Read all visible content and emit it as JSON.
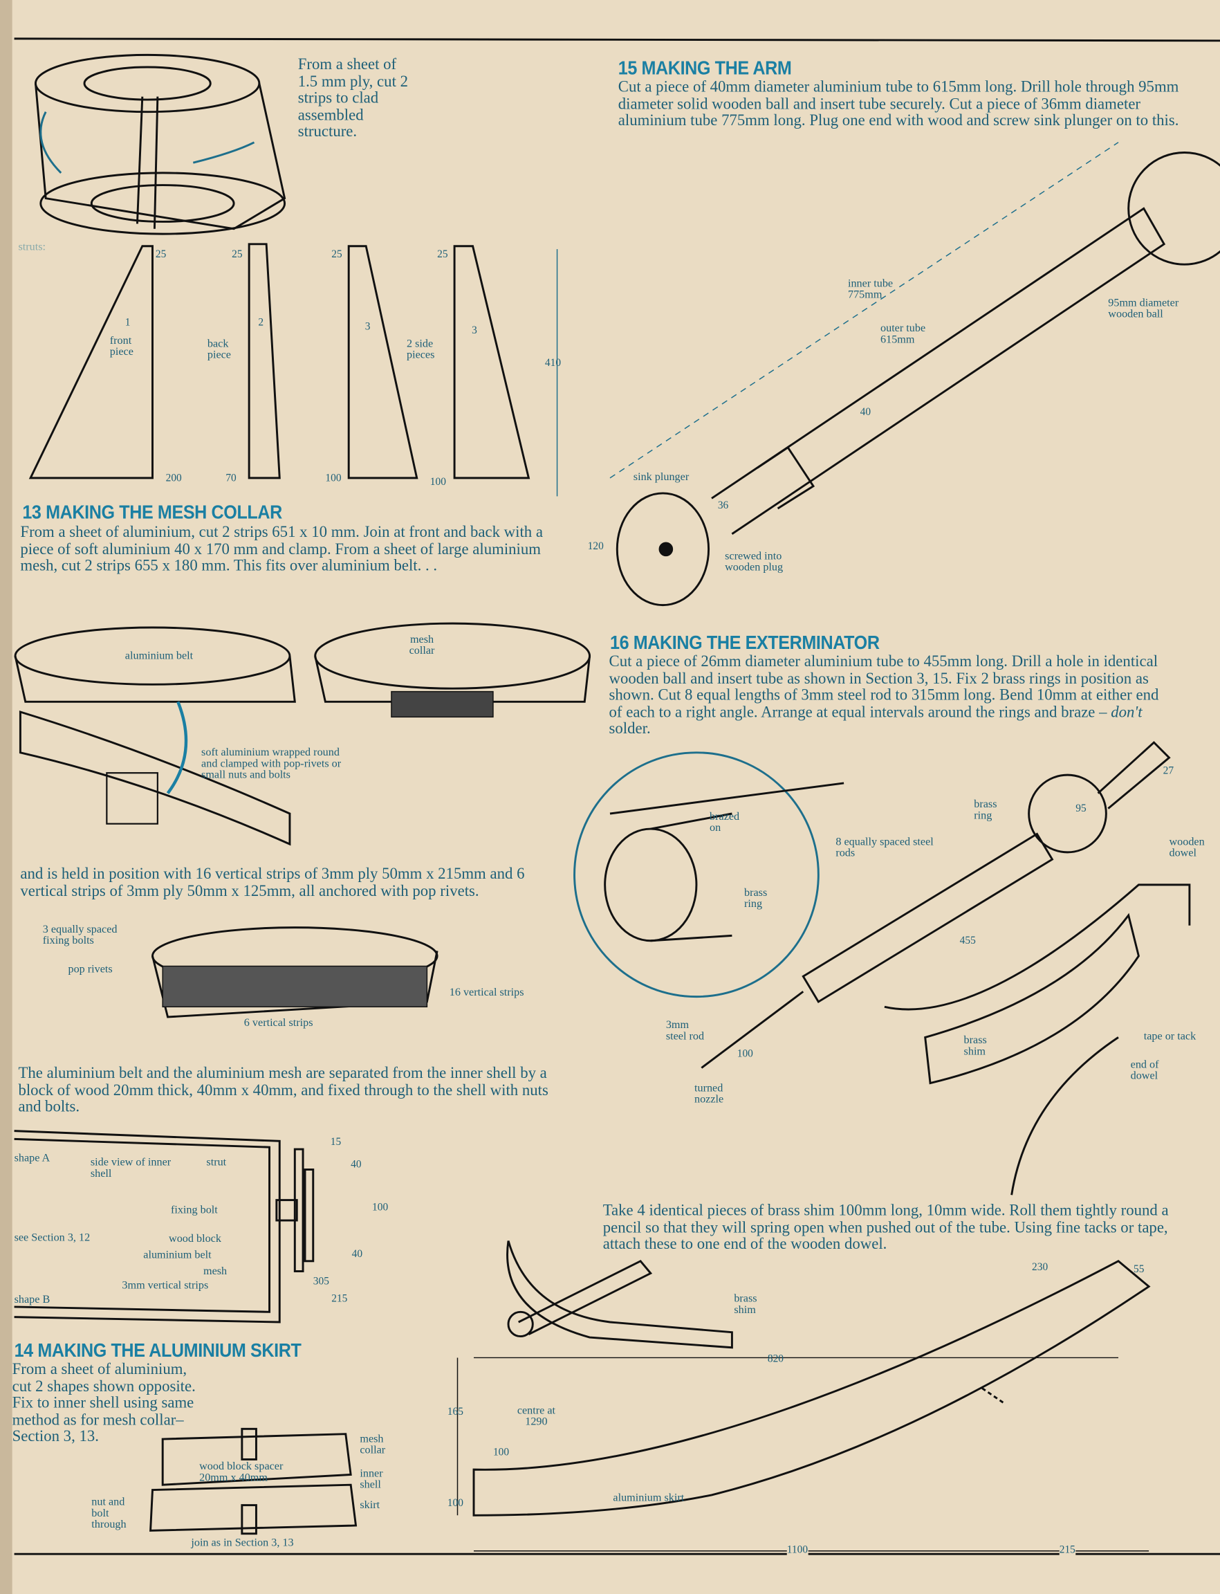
{
  "top_left": {
    "note": "From a sheet of 1.5 mm ply, cut 2 strips to clad assembled structure.",
    "struts_label": "struts:",
    "front_piece": "front piece",
    "back_piece": "back piece",
    "side_pieces": "2 side pieces",
    "dims": [
      "25",
      "25",
      "25",
      "25",
      "200",
      "70",
      "100",
      "100",
      "410"
    ],
    "circles": [
      "1",
      "2",
      "3",
      "3"
    ]
  },
  "s13": {
    "heading": "13 MAKING THE MESH COLLAR",
    "text": "From a sheet of aluminium, cut 2 strips 651 x 10 mm. Join at front and back with a piece of soft aluminium 40 x 170 mm and clamp. From a sheet of large aluminium mesh, cut 2 strips 655 x 180 mm. This fits over aluminium belt. . .",
    "aluminium_belt": "aluminium belt",
    "mesh_collar": "mesh collar",
    "soft_aluminium": "soft aluminium wrapped round and clamped with pop-rivets or small nuts and bolts",
    "text2": "and is held in position with 16 vertical strips of 3mm ply 50mm x 215mm and 6 vertical strips of 3mm ply 50mm x 125mm, all anchored with pop rivets.",
    "fixing_bolts": "3 equally spaced fixing bolts",
    "pop_rivets": "pop rivets",
    "strips16": "16 vertical strips",
    "strips6": "6 vertical strips",
    "text3": "The aluminium belt and the aluminium mesh are separated from the inner shell by a block of wood 20mm thick, 40mm x 40mm, and fixed through to the shell with nuts and bolts.",
    "shape_a": "shape A",
    "side_view": "side view of inner shell",
    "strut": "strut",
    "fixing_bolt": "fixing bolt",
    "wood_block": "wood block",
    "alu_belt": "aluminium belt",
    "mesh": "mesh",
    "vertical_strips": "3mm vertical strips",
    "see_section": "see Section 3, 12",
    "shape_b": "shape B",
    "dims": [
      "15",
      "40",
      "100",
      "40",
      "305",
      "215"
    ]
  },
  "s14": {
    "heading": "14 MAKING THE ALUMINIUM SKIRT",
    "text": "From a sheet of aluminium, cut 2 shapes shown opposite. Fix to inner shell using same method as for mesh collar– Section 3, 13.",
    "wood_block_spacer": "wood block spacer 20mm x 40mm",
    "mesh_collar": "mesh collar",
    "inner_shell": "inner shell",
    "skirt": "skirt",
    "nut_bolt": "nut and bolt through",
    "join": "join as in Section 3, 13"
  },
  "s15": {
    "heading": "15 MAKING THE ARM",
    "text": "Cut a piece of 40mm diameter aluminium tube to 615mm long. Drill hole through 95mm diameter solid wooden ball and insert tube securely. Cut a piece of 36mm diameter aluminium tube 775mm long. Plug one end with wood and screw sink plunger on to this.",
    "inner_tube": "inner tube 775mm",
    "outer_tube": "outer tube 615mm",
    "ball": "95mm diameter wooden ball",
    "d40": "40",
    "sink_plunger": "sink plunger",
    "d36": "36",
    "d120": "120",
    "screwed": "screwed into wooden plug"
  },
  "s16": {
    "heading": "16 MAKING THE EXTERMINATOR",
    "text": "Cut a piece of 26mm diameter aluminium tube to 455mm long. Drill a hole in identical wooden ball and insert tube as shown in Section 3, 15. Fix 2 brass rings in position as shown. Cut 8 equal lengths of 3mm steel rod to 315mm long. Bend 10mm at either end of each to a right angle. Arrange at equal intervals around the rings and braze –",
    "text_em": "don't",
    "text_end": "solder.",
    "brazed_on": "brazed on",
    "brass_ring1": "brass ring",
    "rods": "8 equally spaced steel rods",
    "brass_ring2": "brass ring",
    "d95": "95",
    "dowel": "wooden dowel",
    "d27": "27",
    "d455": "455",
    "steel_rod": "3mm steel rod",
    "d100": "100",
    "nozzle": "turned nozzle",
    "brass_shim": "brass shim",
    "end_dowel": "end of dowel",
    "tape": "tape or tack",
    "shim_text": "Take 4 identical pieces of brass shim 100mm long, 10mm wide. Roll them tightly round a pencil so that they will spring open when pushed out of the tube. Using fine tacks or tape, attach these to one end of the wooden dowel.",
    "brass_shim2": "brass shim"
  },
  "skirt": {
    "d230": "230",
    "d55": "55",
    "d820": "820",
    "d165": "165",
    "centre": "centre at 1290",
    "d100a": "100",
    "d100b": "100",
    "label": "aluminium skirt",
    "d1100": "1100",
    "d215": "215"
  }
}
